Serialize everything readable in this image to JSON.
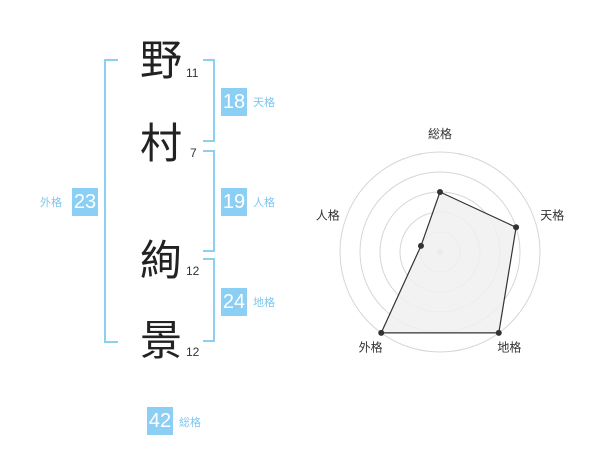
{
  "name": {
    "characters": [
      {
        "char": "野",
        "strokes": "11"
      },
      {
        "char": "村",
        "strokes": "7"
      },
      {
        "char": "絢",
        "strokes": "12"
      },
      {
        "char": "景",
        "strokes": "12"
      }
    ]
  },
  "fortunes": {
    "tenkaku": {
      "value": "18",
      "label": "天格"
    },
    "jinkaku": {
      "value": "19",
      "label": "人格"
    },
    "chikaku": {
      "value": "24",
      "label": "地格"
    },
    "gaikaku": {
      "value": "23",
      "label": "外格"
    },
    "soukaku": {
      "value": "42",
      "label": "総格"
    }
  },
  "colors": {
    "accent": "#8ccff5",
    "accent_text": "#7fc6ee",
    "radar_fill": "#f0f0f0",
    "grid": "#d6d6d6"
  },
  "chart_data": {
    "type": "radar",
    "axes": [
      "総格",
      "天格",
      "地格",
      "外格",
      "人格"
    ],
    "values": [
      3,
      4,
      5,
      5,
      1
    ],
    "max": 5
  }
}
